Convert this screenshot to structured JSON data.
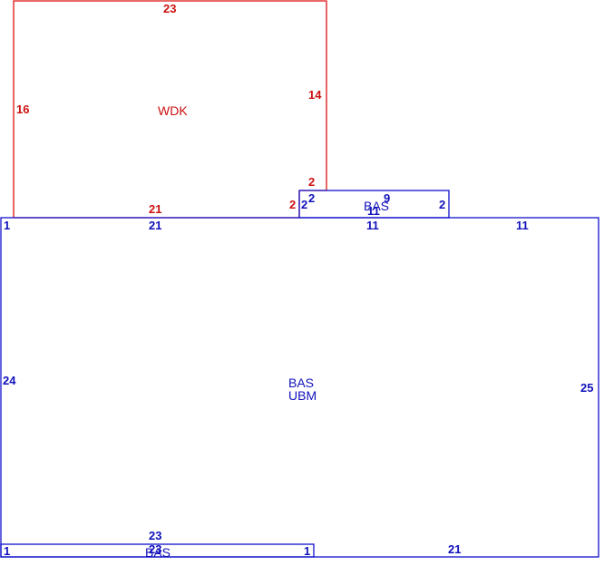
{
  "colors": {
    "deck": "#cc1111",
    "building": "#1111bb"
  },
  "wdk": {
    "label": "WDK",
    "dims": {
      "top": "23",
      "left": "16",
      "right": "14",
      "bottom": "21",
      "step_a": "2",
      "step_b": "2"
    }
  },
  "bas_small": {
    "label": "BAS",
    "dims": {
      "top": "9",
      "bottom": "11",
      "left": "2",
      "left_b": "2",
      "right": "2"
    }
  },
  "main": {
    "label_1": "BAS",
    "label_2": "UBM",
    "dims": {
      "corner_tl": "1",
      "top_a": "21",
      "top_b": "11",
      "top_c": "11",
      "left": "24",
      "right": "25",
      "bottom": "21"
    }
  },
  "bas_bottom": {
    "label": "BAS",
    "dims": {
      "top": "23",
      "inner": "23",
      "left": "1",
      "right": "1"
    }
  }
}
